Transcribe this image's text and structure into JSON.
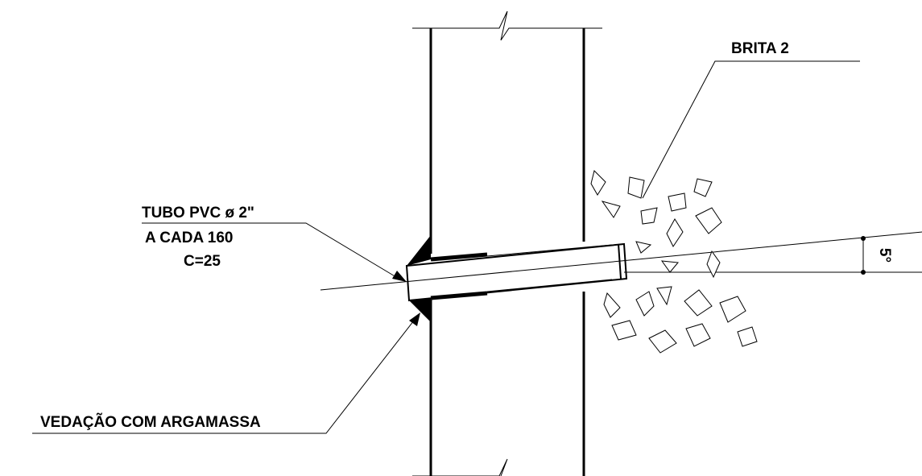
{
  "labels": {
    "brita": "BRITA 2",
    "tubo_line1": "TUBO PVC ø 2\"",
    "tubo_line2": "A CADA 160",
    "tubo_line3": "C=25",
    "vedacao": "VEDAÇÃO COM ARGAMASSA",
    "slope": "5°"
  },
  "colors": {
    "ink": "#000000",
    "background": "#ffffff"
  }
}
